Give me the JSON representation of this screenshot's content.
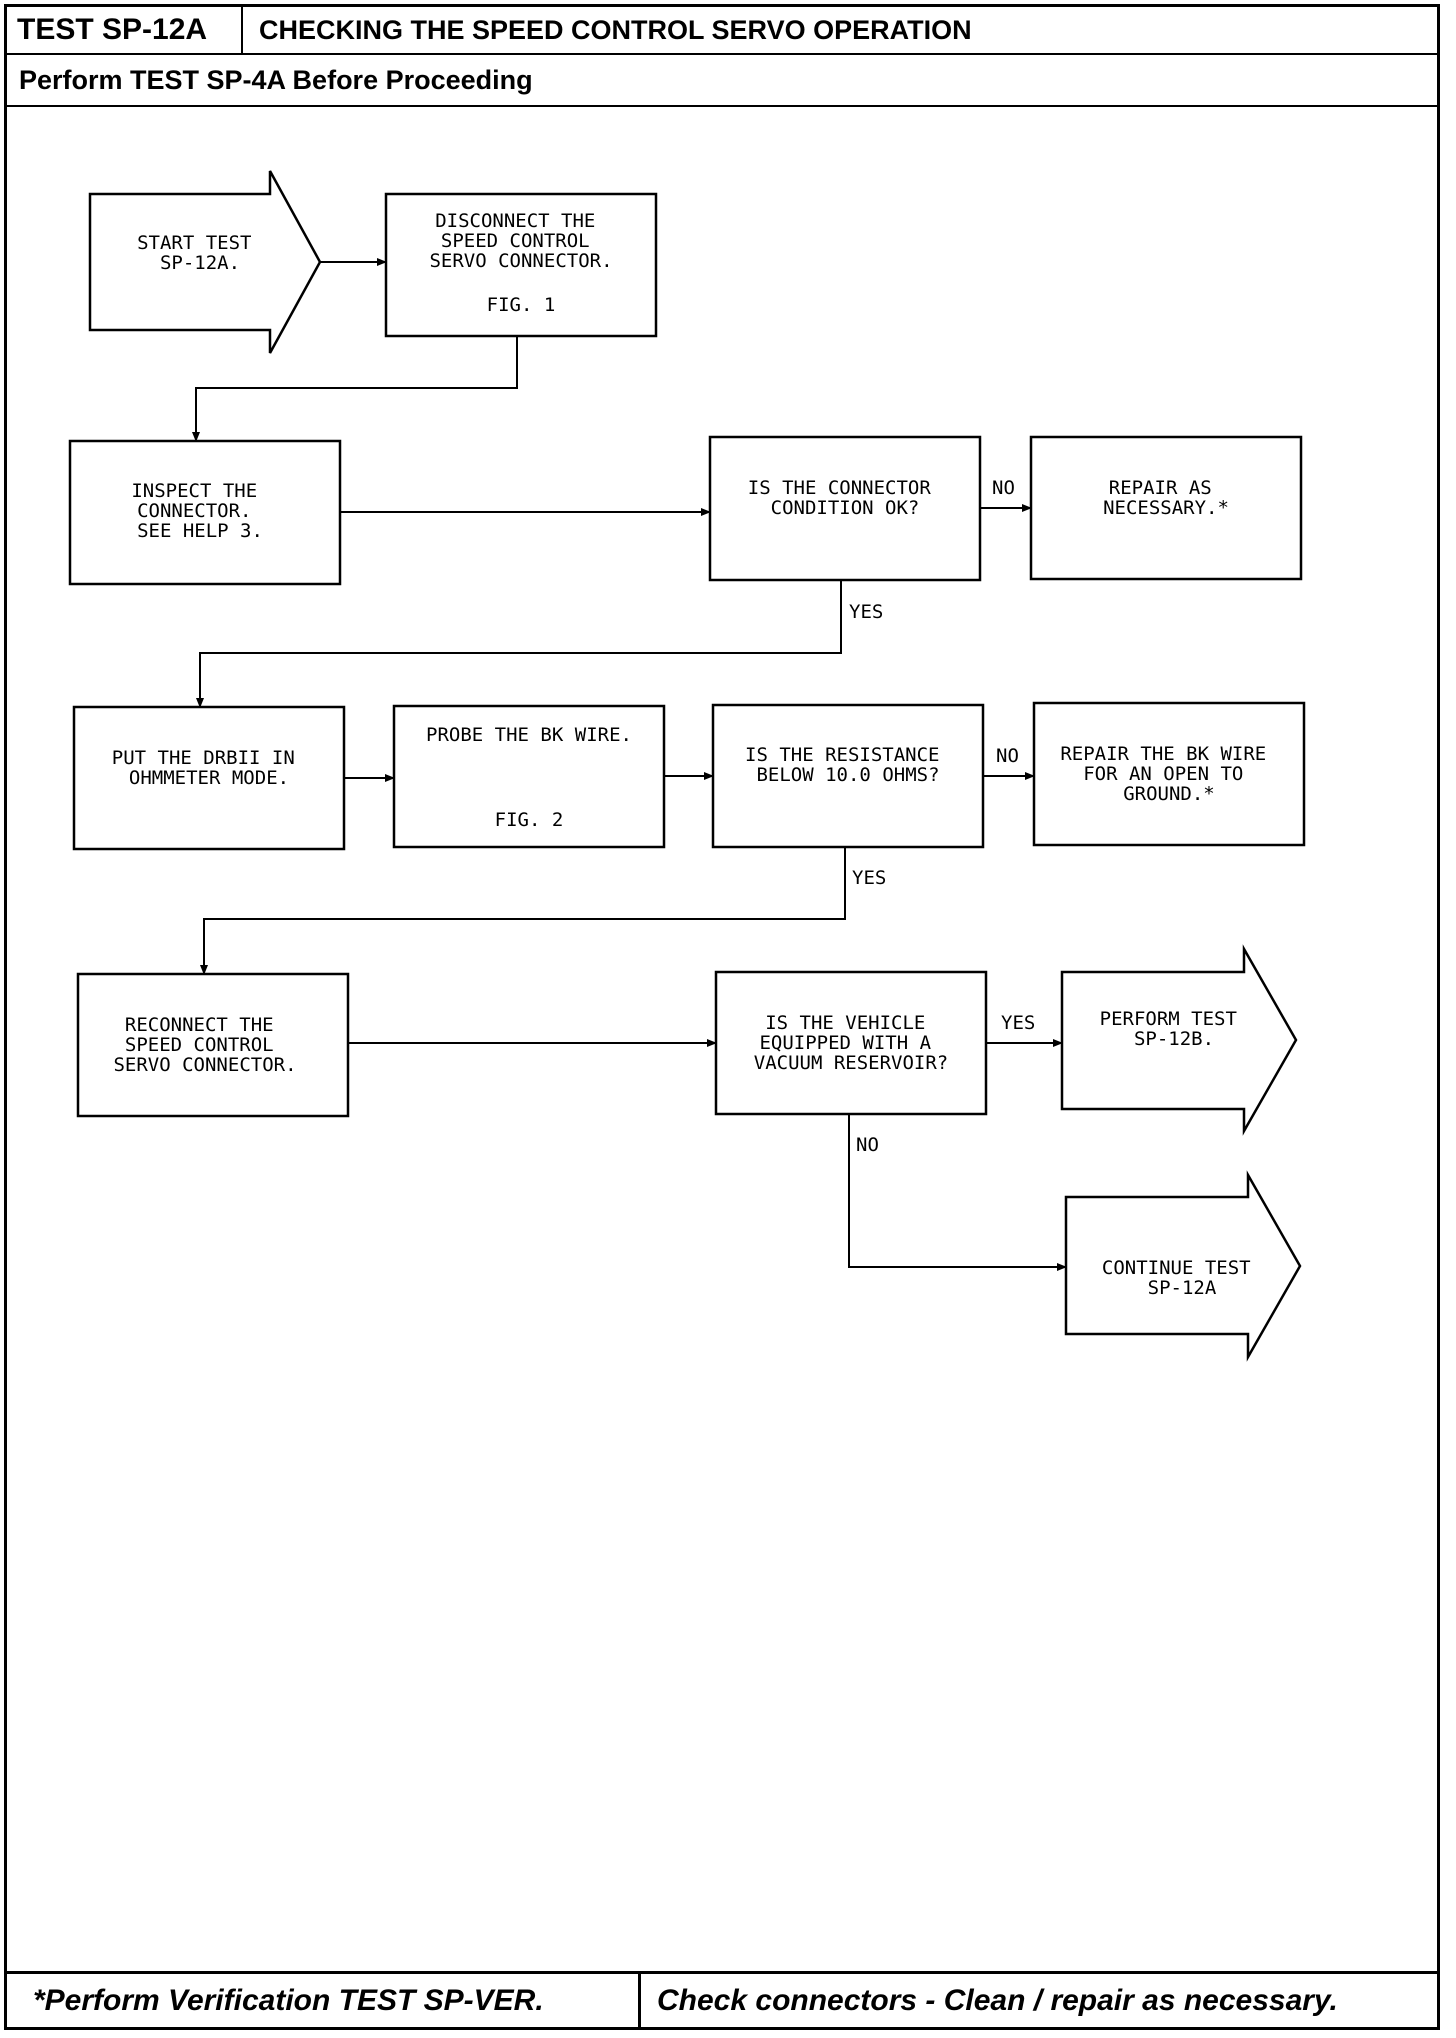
{
  "header": {
    "test_code": "TEST SP-12A",
    "title": "CHECKING THE SPEED CONTROL SERVO OPERATION",
    "prerequisite": "Perform TEST SP-4A Before Proceeding"
  },
  "flowchart": {
    "start": [
      "START TEST",
      "SP-12A."
    ],
    "disconnect": [
      "DISCONNECT THE",
      "SPEED CONTROL",
      "SERVO CONNECTOR."
    ],
    "disconnect_fig": "FIG. 1",
    "inspect": [
      "INSPECT THE",
      "CONNECTOR.",
      "SEE HELP 3."
    ],
    "connector_ok": [
      "IS THE CONNECTOR",
      "CONDITION OK?"
    ],
    "repair_as_necessary": [
      "REPAIR AS",
      "NECESSARY.*"
    ],
    "dbii": [
      "PUT THE DRBII IN",
      "OHMMETER MODE."
    ],
    "probe": "PROBE THE BK WIRE.",
    "probe_fig": "FIG. 2",
    "resistance": [
      "IS THE RESISTANCE",
      "BELOW 10.0 OHMS?"
    ],
    "repair_bk": [
      "REPAIR THE BK WIRE",
      "FOR AN OPEN TO",
      "GROUND.*"
    ],
    "reconnect": [
      "RECONNECT THE",
      "SPEED CONTROL",
      "SERVO CONNECTOR."
    ],
    "vacuum": [
      "IS THE VEHICLE",
      "EQUIPPED WITH A",
      "VACUUM RESERVOIR?"
    ],
    "perform_12b": [
      "PERFORM TEST",
      "SP-12B."
    ],
    "continue_12a": [
      "CONTINUE TEST",
      "SP-12A"
    ],
    "labels": {
      "no_1": "NO",
      "yes_1": "YES",
      "no_2": "NO",
      "yes_2": "YES",
      "yes_3": "YES",
      "no_3": "NO"
    }
  },
  "footer": {
    "left": "*Perform Verification TEST SP-VER.",
    "right": "Check connectors - Clean / repair as necessary."
  }
}
